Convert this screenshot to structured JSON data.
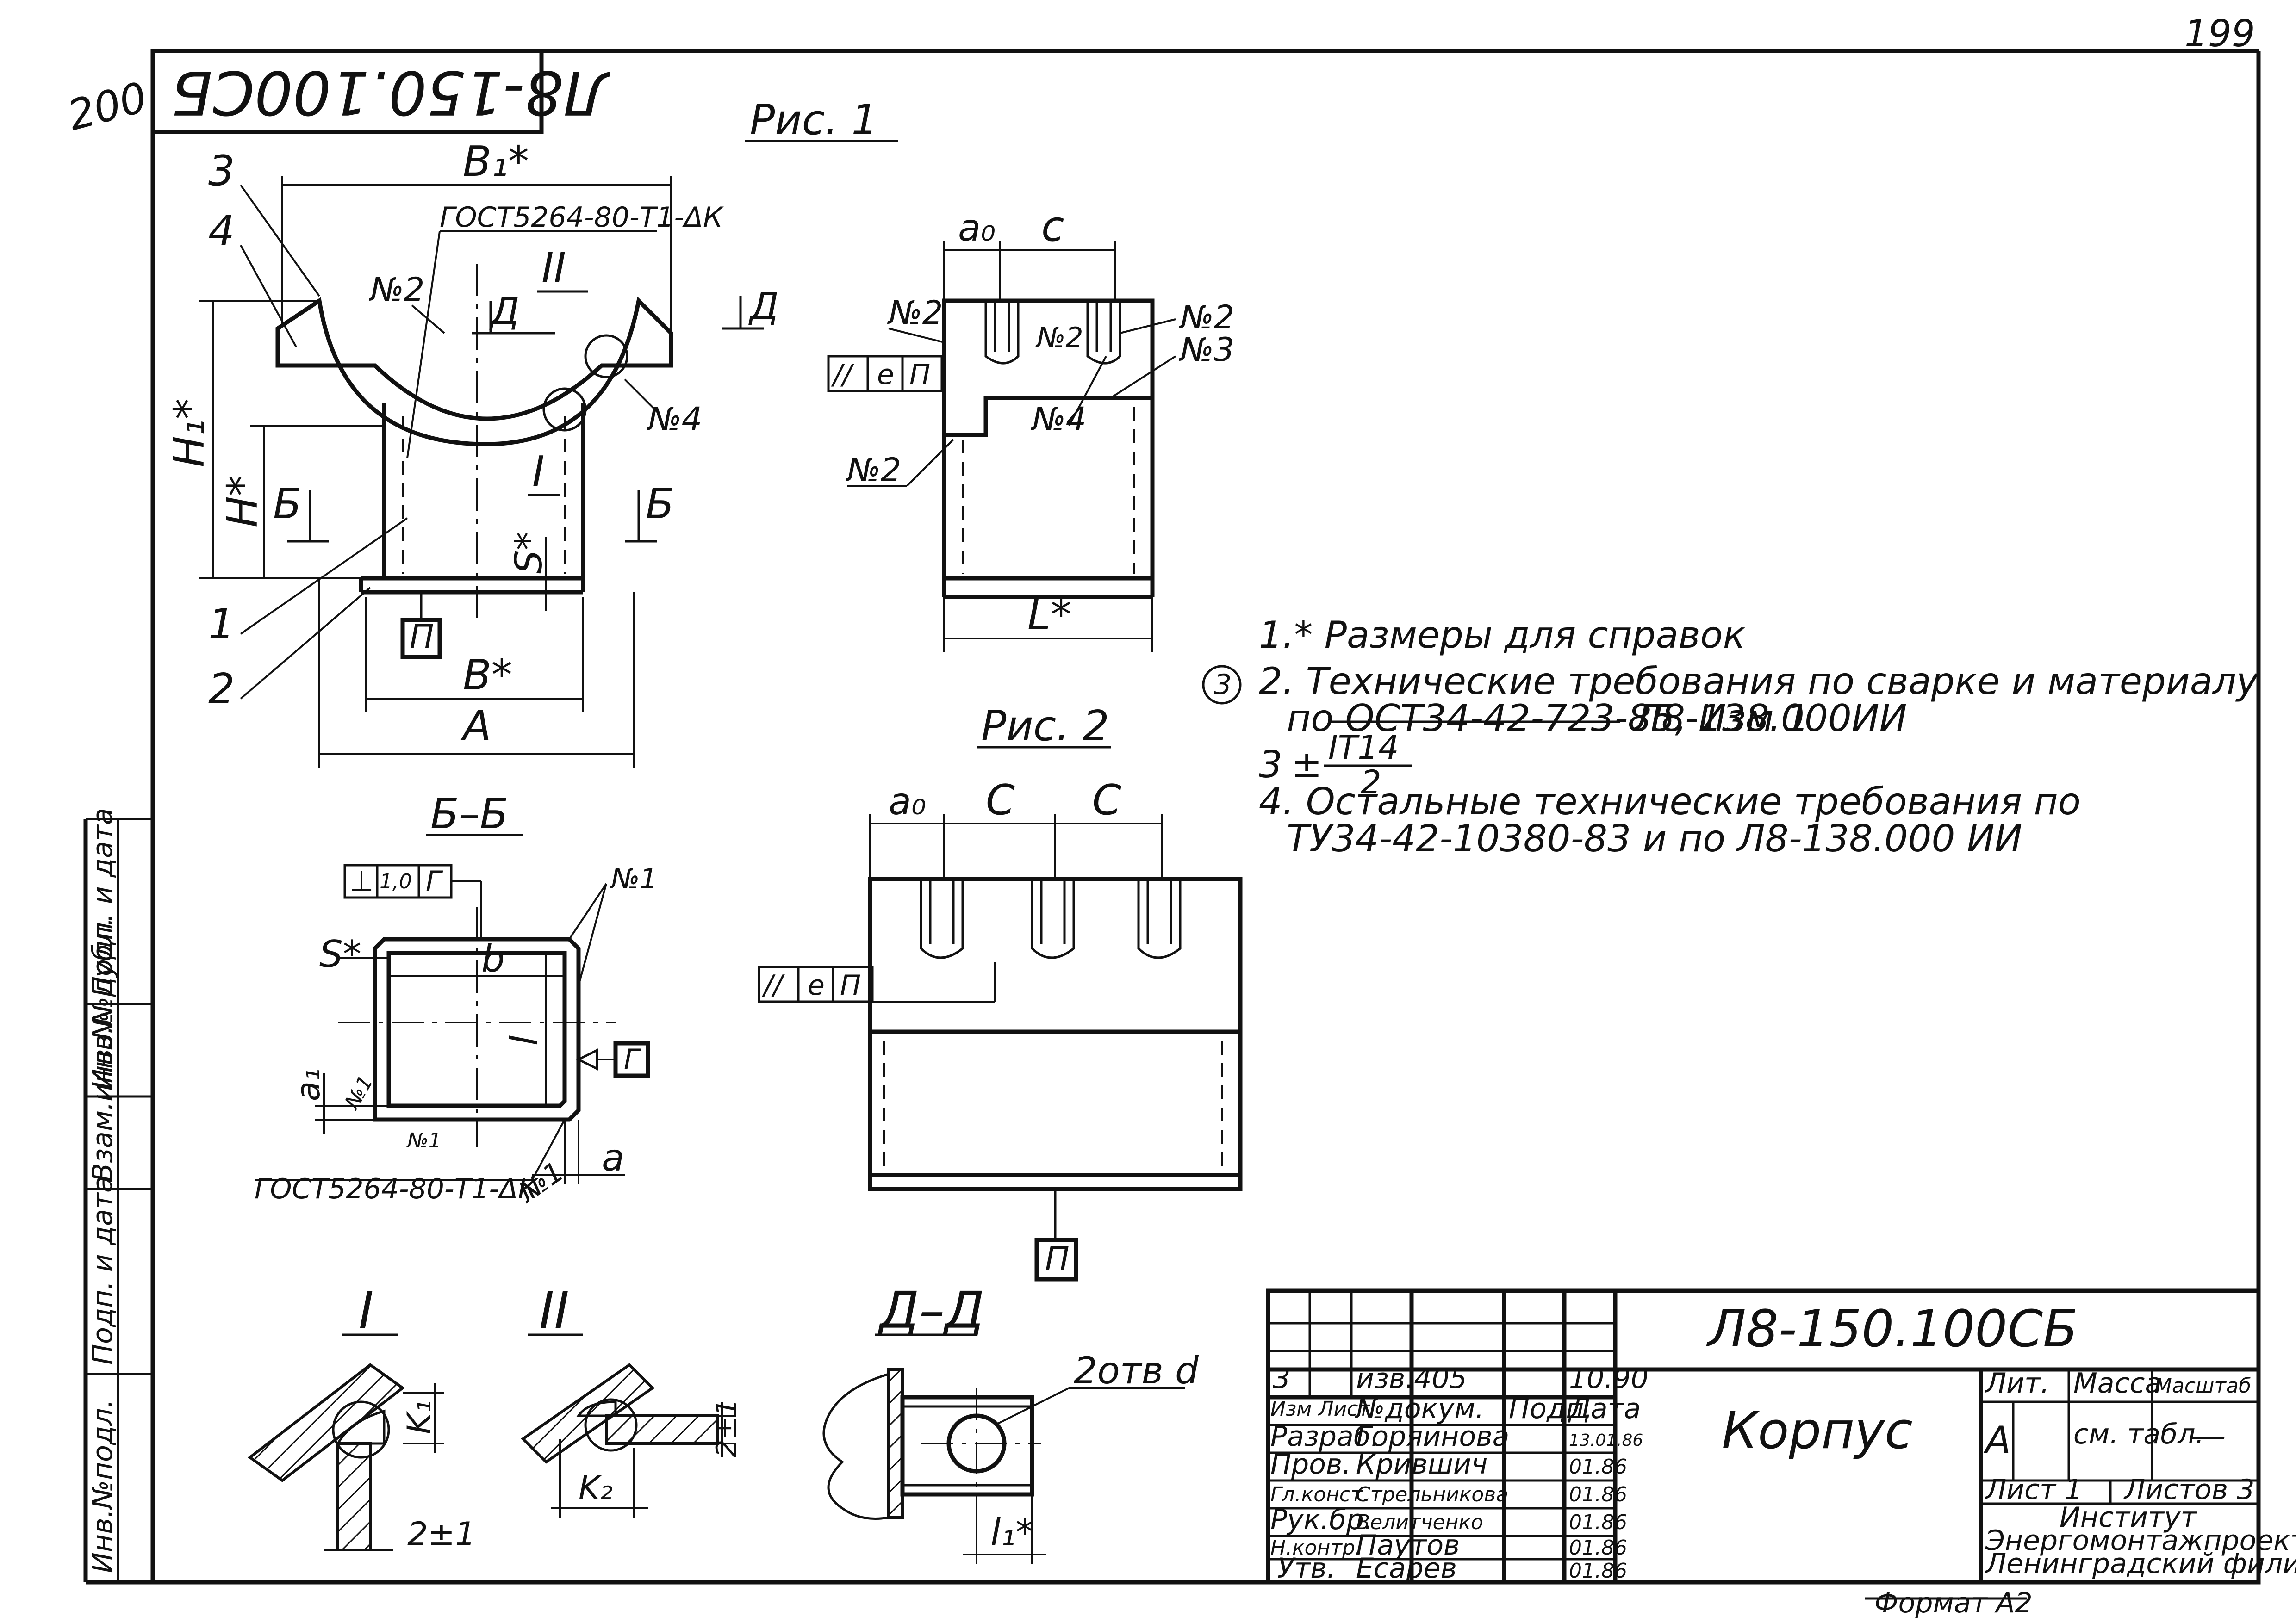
{
  "corner": {
    "sheet_number": "199",
    "prev_number": "200"
  },
  "stamp_top": "Л8-150.100СБ",
  "figures": {
    "fig1": {
      "title": "Рис. 1"
    },
    "fig2": {
      "title": "Рис. 2"
    },
    "sec_bb": "Б–Б",
    "det1": "I",
    "det2": "II",
    "sec_dd": "Д–Д"
  },
  "labels": {
    "pos3": "3",
    "pos4": "4",
    "pos1": "1",
    "pos2": "2",
    "B1": "B₁*",
    "H1": "H₁*",
    "H": "H*",
    "B": "B*",
    "A": "A",
    "L": "L*",
    "a0": "a₀",
    "c": "c",
    "c2": "C",
    "c3": "C",
    "a0b": "a₀",
    "b": "b",
    "l": "l",
    "S": "S*",
    "S2": "S*",
    "a1": "a₁",
    "a": "a",
    "weld2": "№2",
    "weld4": "№4",
    "weld3": "№3",
    "weld1": "№1",
    "weld2b": "№2",
    "weld2c": "№2",
    "weld2d": "№2",
    "weld4b": "№4",
    "weld1b": "№1",
    "weld1c": "№1",
    "weld1d": "№1",
    "gost1": "ГОСТ5264-80-Т1-ΔК",
    "gost2": "ГОСТ5264-80-Т1-ΔК",
    "secB_left": "Б",
    "secB_right": "Б",
    "secD1": "Д",
    "secD2": "Д",
    "detI": "I",
    "detII": "II",
    "P1": "П",
    "P2": "П",
    "G": "Г",
    "par1": "//",
    "par1e": "е",
    "par1p": "П",
    "par2": "//",
    "par2e": "е",
    "par2p": "П",
    "perp": "⊥",
    "perp_val": "1,0",
    "perp_ref": "Г",
    "K1": "K₁",
    "K2": "K₂",
    "gap1": "2±1",
    "gap2": "2±1",
    "holes": "2отв d",
    "l1": "l₁*"
  },
  "notes": {
    "n1": "1.* Размеры для справок",
    "n2_mark": "3",
    "n2a": "2. Технические требования по сварке и материалу",
    "n2b_struck": "по ОСТ34-42-723-85, Изм 1",
    "n2b": "Л8-138.000ИИ",
    "n3_prefix": "3",
    "n3_num": "IT14",
    "n3_den": "2",
    "n4a": "4. Остальные технические требования по",
    "n4b": "ТУ34-42-10380-83 и по Л8-138.000 ИИ"
  },
  "side_strip": [
    "Инв.№подл.",
    "Подп. и дата",
    "Взам.инв.№",
    "Инв.№дубл.",
    "Подп. и дата"
  ],
  "title_block": {
    "doc_code": "Л8-150.100СБ",
    "name": "Корпус",
    "rows": [
      {
        "role": "3",
        "name": "изв.405",
        "sign": "",
        "date": "10.90"
      },
      {
        "role": "Изм Лист",
        "name": "№докум.",
        "sign": "Подп.",
        "date": "Дата"
      },
      {
        "role": "Разраб.",
        "name": "Горяинова",
        "sign": "",
        "date": "13.01.86"
      },
      {
        "role": "Пров.",
        "name": "Крившич",
        "sign": "",
        "date": "01.86"
      },
      {
        "role": "Гл.конст.",
        "name": "Стрельникова",
        "sign": "",
        "date": "01.86"
      },
      {
        "role": "Рук.бр.",
        "name": "Велитченко",
        "sign": "",
        "date": "01.86"
      },
      {
        "role": "Н.контр.",
        "name": "Паутов",
        "sign": "",
        "date": "01.86"
      },
      {
        "role": "Утв.",
        "name": "Есарев",
        "sign": "",
        "date": "01.86"
      }
    ],
    "lit_header": "Лит.",
    "mass_header": "Масса",
    "scale_header": "Масштаб",
    "lit_value": "А",
    "mass_value": "см. табл.",
    "scale_value": "—",
    "sheet": "Лист 1",
    "sheets": "Листов 3",
    "org1": "Институт",
    "org2": "Энергомонтажпроект",
    "org3": "Ленинградский филиал"
  },
  "format": "Формат А2"
}
